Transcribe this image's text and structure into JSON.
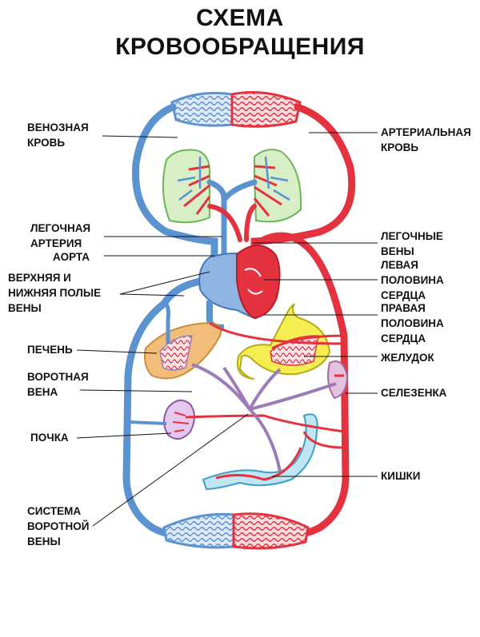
{
  "title": {
    "line1": "СХЕМА",
    "line2": "КРОВООБРАЩЕНИЯ"
  },
  "labels": {
    "venous_blood": [
      "ВЕНОЗНАЯ",
      "КРОВЬ"
    ],
    "arterial_blood": [
      "АРТЕРИАЛЬНАЯ",
      "КРОВЬ"
    ],
    "pulmonary_artery": [
      "ЛЕГОЧНАЯ",
      "АРТЕРИЯ"
    ],
    "aorta": [
      "АОРТА"
    ],
    "venae_cavae": [
      "ВЕРХНЯЯ И",
      "НИЖНЯЯ ПОЛЫЕ",
      "ВЕНЫ"
    ],
    "pulmonary_veins": [
      "ЛЕГОЧНЫЕ",
      "ВЕНЫ"
    ],
    "left_heart": [
      "ЛЕВАЯ",
      "ПОЛОВИНА",
      "СЕРДЦА"
    ],
    "right_heart": [
      "ПРАВАЯ",
      "ПОЛОВИНА",
      "СЕРДЦА"
    ],
    "liver": [
      "ПЕЧЕНЬ"
    ],
    "portal_vein": [
      "ВОРОТНАЯ",
      "ВЕНА"
    ],
    "stomach": [
      "ЖЕЛУДОК"
    ],
    "spleen": [
      "СЕЛЕЗЕНКА"
    ],
    "kidney": [
      "ПОЧКА"
    ],
    "intestines": [
      "КИШКИ"
    ],
    "portal_system": [
      "СИСТЕМА",
      "ВОРОТНОЙ",
      "ВЕНЫ"
    ]
  },
  "colors": {
    "venous": "#5b93d1",
    "arterial": "#e4323f",
    "portal": "#9b7cb8",
    "lung": "#8fcf7a",
    "liver": "#f2bd7a",
    "stomach": "#f5ee52",
    "spleen": "#d4a7cf",
    "kidney": "#c79ad9",
    "intestine": "#8fd3e8"
  }
}
